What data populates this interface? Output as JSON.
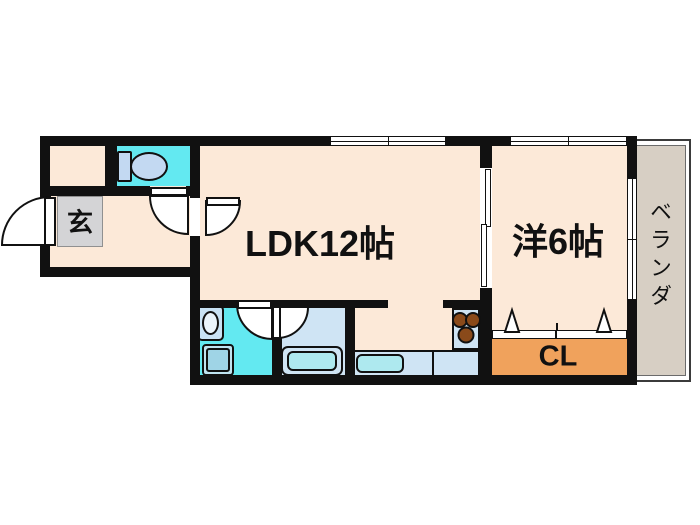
{
  "floorplan": {
    "type": "japanese-apartment-floor-plan",
    "rooms": {
      "ldk": {
        "label": "LDK12帖"
      },
      "western": {
        "label": "洋6帖"
      },
      "closet": {
        "label": "CL"
      },
      "entrance": {
        "label": "玄"
      },
      "veranda": {
        "label": "ベランダ"
      }
    },
    "fixtures": [
      "toilet-icon",
      "washbasin-icon",
      "washing-machine-icon",
      "bathtub-icon",
      "kitchen-sink-icon",
      "stove-icon",
      "door-swing-arc",
      "sliding-door",
      "window"
    ],
    "colors": {
      "floor_peach": "#fce9d8",
      "wet_area_cyan": "#63e9f1",
      "unit_light_blue": "#cfe4f4",
      "basin_cyan": "#aee9ef",
      "closet_orange": "#f0a25c",
      "veranda_tan": "#d7cfc4",
      "entrance_mat_gray": "#d4d4d6",
      "wall_black": "#111111",
      "burner_brown": "#8a4a1a"
    }
  }
}
